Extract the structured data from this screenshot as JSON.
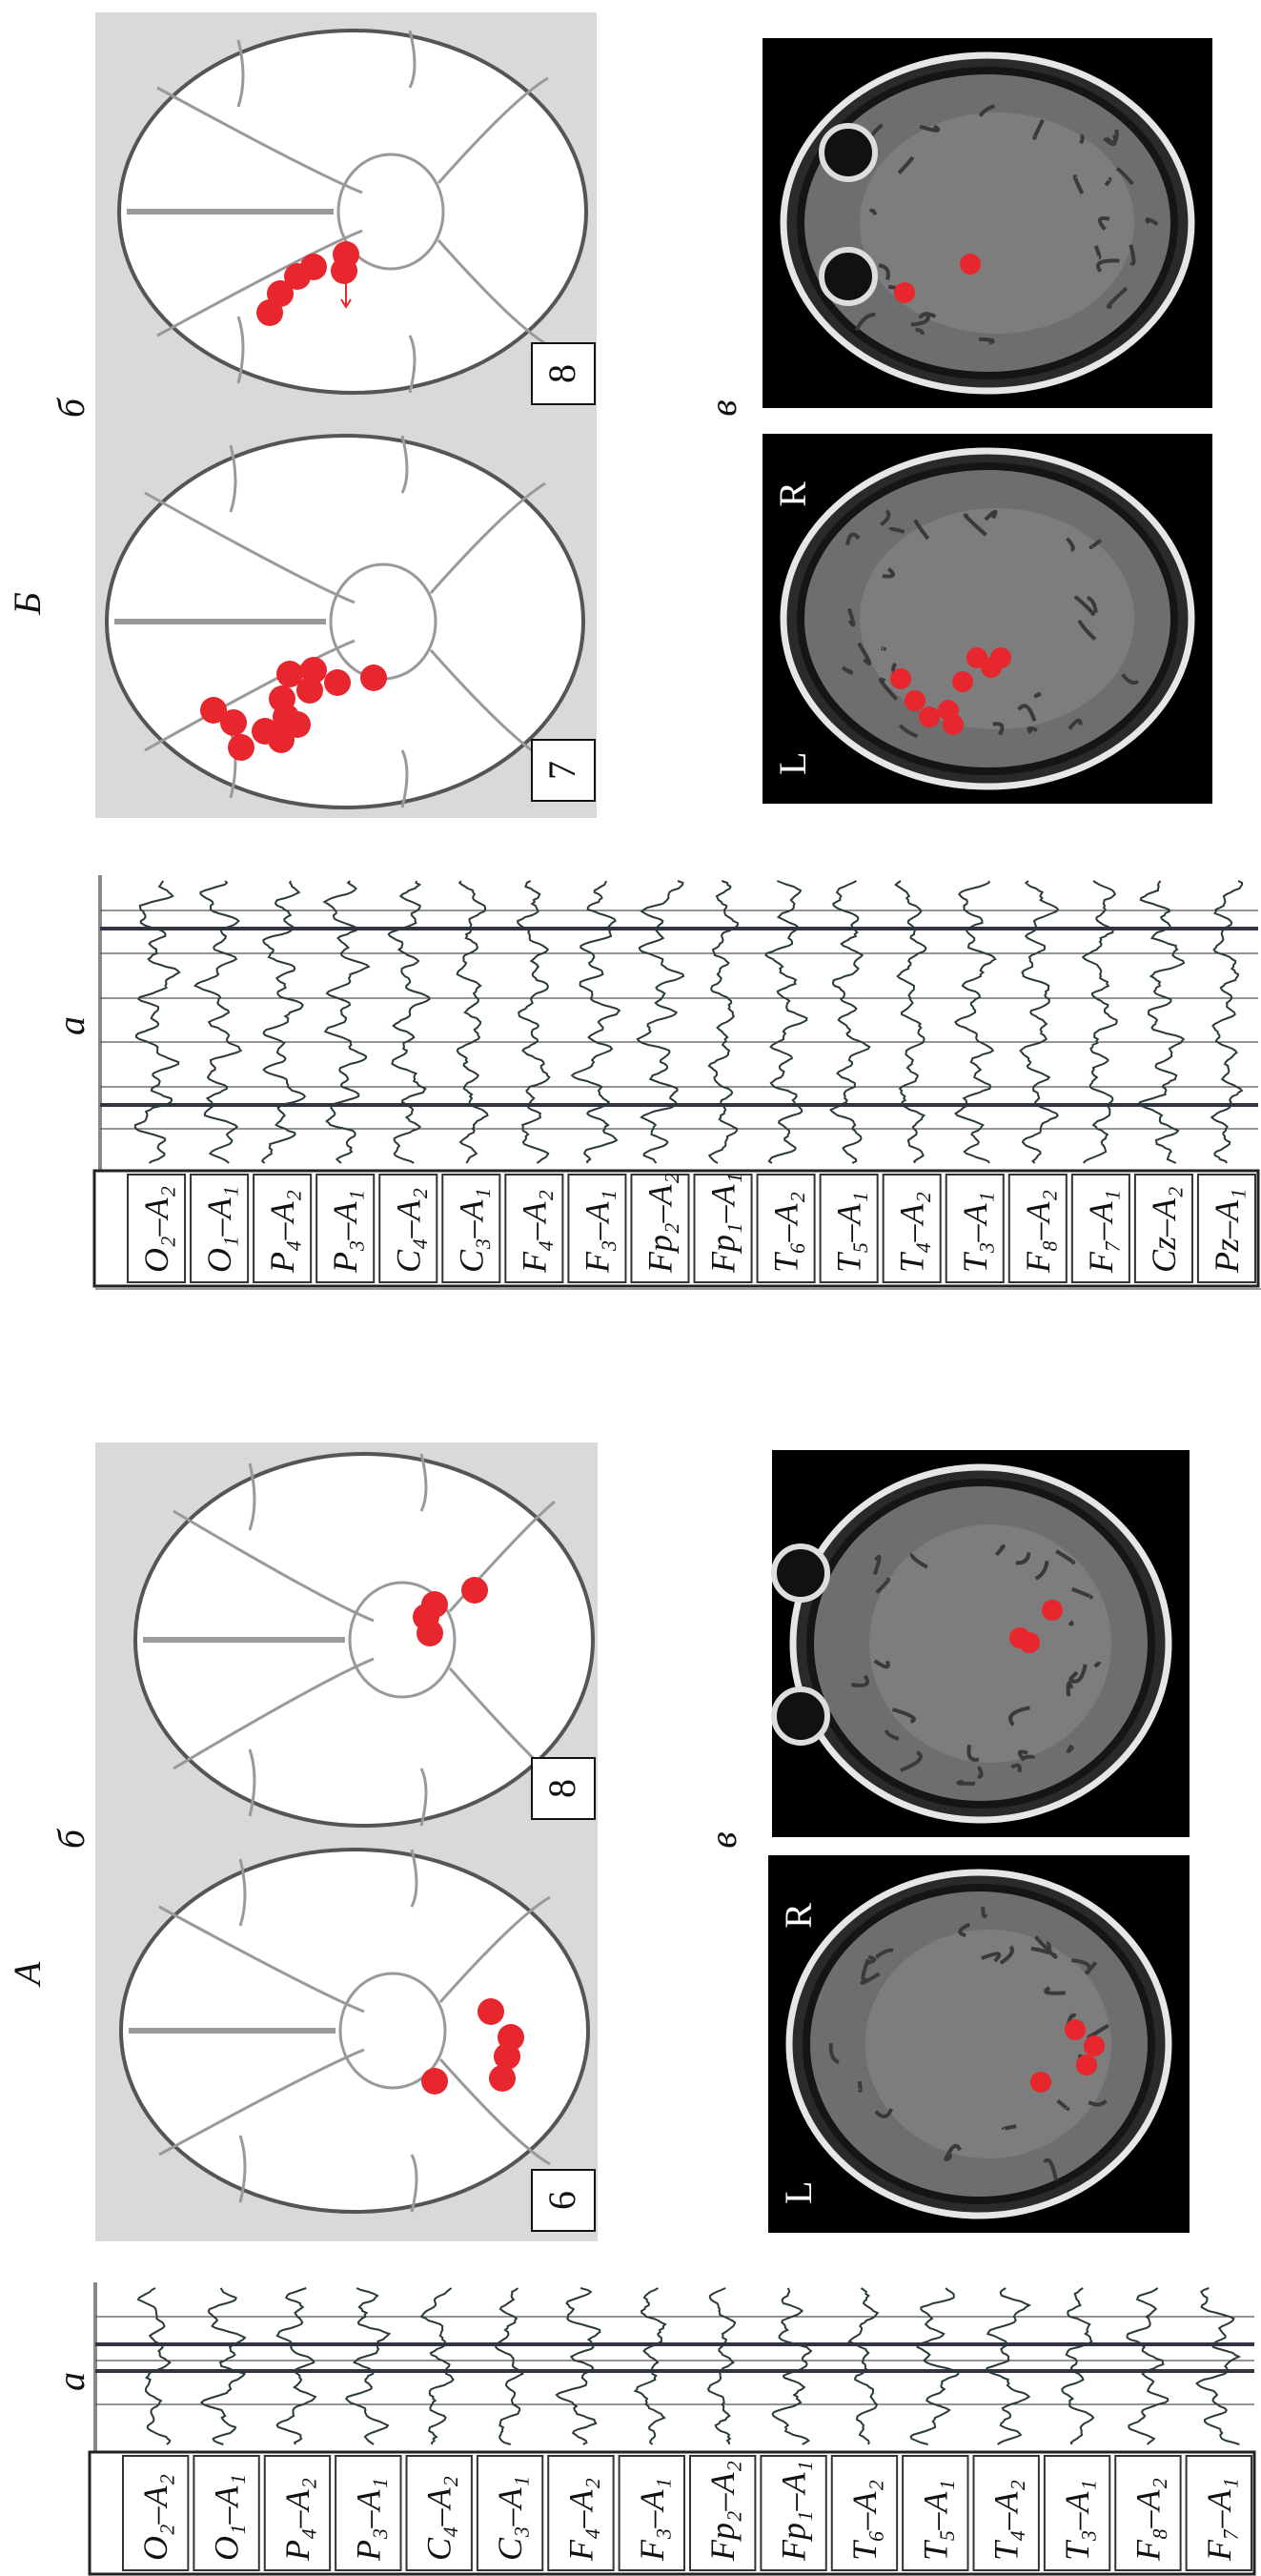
{
  "colors": {
    "marker": "#e8262d",
    "schematic_bg": "#d9d9d9",
    "mri_bg": "#000000"
  },
  "panels": [
    {
      "label": "Б",
      "eeg_label": "а",
      "schematic_label": "б",
      "mri_label": "в",
      "slice_numbers": [
        "8",
        "7"
      ],
      "mri_side_labels": {
        "left": "L",
        "right": "R"
      },
      "channels": [
        "O₂–A₂",
        "O₁–A₁",
        "P₄–A₂",
        "P₃–A₁",
        "C₄–A₂",
        "C₃–A₁",
        "F₄–A₂",
        "F₃–A₁",
        "Fp₂–A₂",
        "Fp₁–A₁",
        "T₆–A₂",
        "T₅–A₁",
        "T₄–A₂",
        "T₃–A₁",
        "F₈–A₂",
        "F₇–A₁",
        "Cz–A₂",
        "Pz–A₁"
      ]
    },
    {
      "label": "А",
      "eeg_label": "а",
      "schematic_label": "б",
      "mri_label": "в",
      "slice_numbers": [
        "8",
        "6"
      ],
      "mri_side_labels": {
        "left": "L",
        "right": "R"
      },
      "channels": [
        "O₂–A₂",
        "O₁–A₁",
        "P₄–A₂",
        "P₃–A₁",
        "C₄–A₂",
        "C₃–A₁",
        "F₄–A₂",
        "F₃–A₁",
        "Fp₂–A₂",
        "Fp₁–A₁",
        "T₆–A₂",
        "T₅–A₁",
        "T₄–A₂",
        "T₃–A₁",
        "F₈–A₂",
        "F₇–A₁"
      ]
    }
  ]
}
